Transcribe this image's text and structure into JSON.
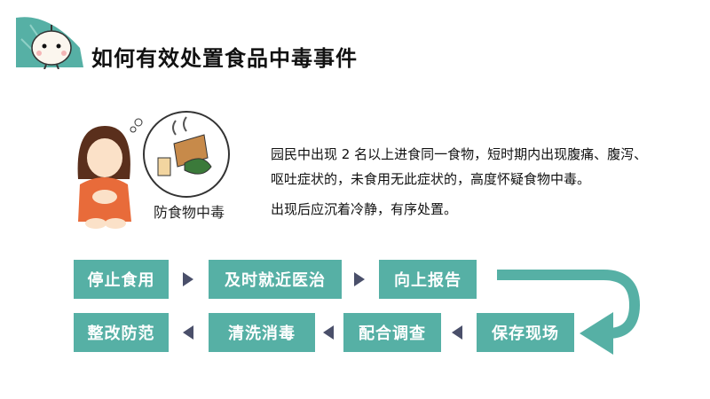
{
  "header": {
    "title": "如何有效处置食品中毒事件",
    "mascot_icon": "garlic-mascot-icon"
  },
  "illustration": {
    "caption": "防食物中毒"
  },
  "description": {
    "paragraph1": "园民中出现 2 名以上进食同一食物，短时期内出现腹痛、腹泻、呕吐症状的，未食用无此症状的，高度怀疑食物中毒。",
    "paragraph2": "出现后应沉着冷静，有序处置。"
  },
  "flow": {
    "steps": [
      "停止食用",
      "及时就近医治",
      "向上报告",
      "保存现场",
      "配合调查",
      "清洗消毒",
      "整改防范"
    ]
  },
  "colors": {
    "accent": "#56b0a5",
    "arrow": "#4a4f6a"
  }
}
